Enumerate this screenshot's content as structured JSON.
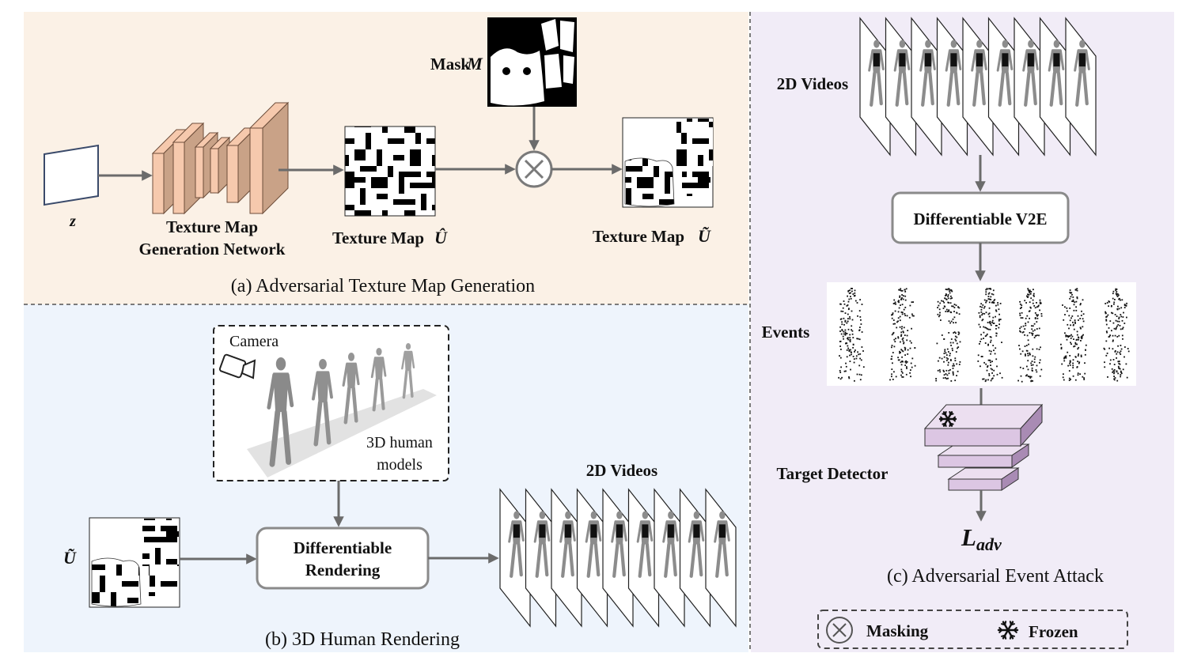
{
  "colors": {
    "panel_a_bg": "#fbf1e6",
    "panel_b_bg": "#eef4fc",
    "panel_c_bg": "#f1ecf7",
    "generator_front": "#f6c9ad",
    "generator_back": "#c9a287",
    "detector_layer": "#dcc6e3",
    "arrow": "#6b6b6b"
  },
  "panel_a": {
    "caption": "(a) Adversarial Texture Map Generation",
    "z_label": "z",
    "generator_label_line1": "Texture Map",
    "generator_label_line2": "Generation Network",
    "texture_hat_label": "Texture Map",
    "texture_hat_symbol": "Û",
    "mask_label": "Mask",
    "mask_symbol": "M",
    "texture_tilde_label": "Texture Map",
    "texture_tilde_symbol": "Ũ",
    "masking_op_icon": "circle-times-icon"
  },
  "panel_b": {
    "caption": "(b) 3D Human Rendering",
    "camera_label": "Camera",
    "models_label_line1": "3D human",
    "models_label_line2": "models",
    "u_tilde_label": "Ũ",
    "render_line1": "Differentiable",
    "render_line2": "Rendering",
    "videos_label": "2D Videos"
  },
  "panel_c": {
    "caption": "(c) Adversarial Event Attack",
    "videos_label": "2D Videos",
    "v2e_label": "Differentiable V2E",
    "events_label": "Events",
    "detector_label": "Target Detector",
    "loss_main": "L",
    "loss_sub": "adv"
  },
  "legend": {
    "masking_label": "Masking",
    "frozen_label": "Frozen",
    "masking_icon": "circle-times-icon",
    "frozen_icon": "snowflake-icon"
  }
}
